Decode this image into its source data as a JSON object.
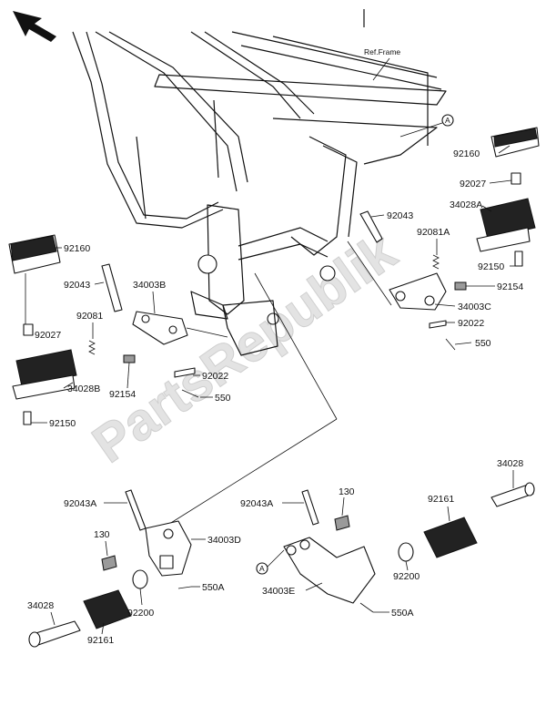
{
  "diagram": {
    "ref_label": "Ref.Frame",
    "watermark": "PartsRepublik",
    "callout_marker": "A",
    "labels": {
      "p92160_right": "92160",
      "p92027_right": "92027",
      "p34028A": "34028A",
      "p92043_right": "92043",
      "p92081A": "92081A",
      "p92150_right": "92150",
      "p92154_right": "92154",
      "p34003C": "34003C",
      "p92022_right": "92022",
      "p550_right": "550",
      "p92160_left": "92160",
      "p92043_left": "92043",
      "p34003B": "34003B",
      "p92081": "92081",
      "p92027_left": "92027",
      "p34028B": "34028B",
      "p92154_left": "92154",
      "p92022_left": "92022",
      "p550_left": "550",
      "p92150_left": "92150",
      "p92043A_left": "92043A",
      "p130_left": "130",
      "p34003D": "34003D",
      "p550A_left": "550A",
      "p92200_left": "92200",
      "p34028_left": "34028",
      "p92161_left": "92161",
      "p92043A_right": "92043A",
      "p130_right": "130",
      "p34003E": "34003E",
      "p550A_right": "550A",
      "p92200_right": "92200",
      "p92161_right": "92161",
      "p34028_right": "34028"
    }
  }
}
